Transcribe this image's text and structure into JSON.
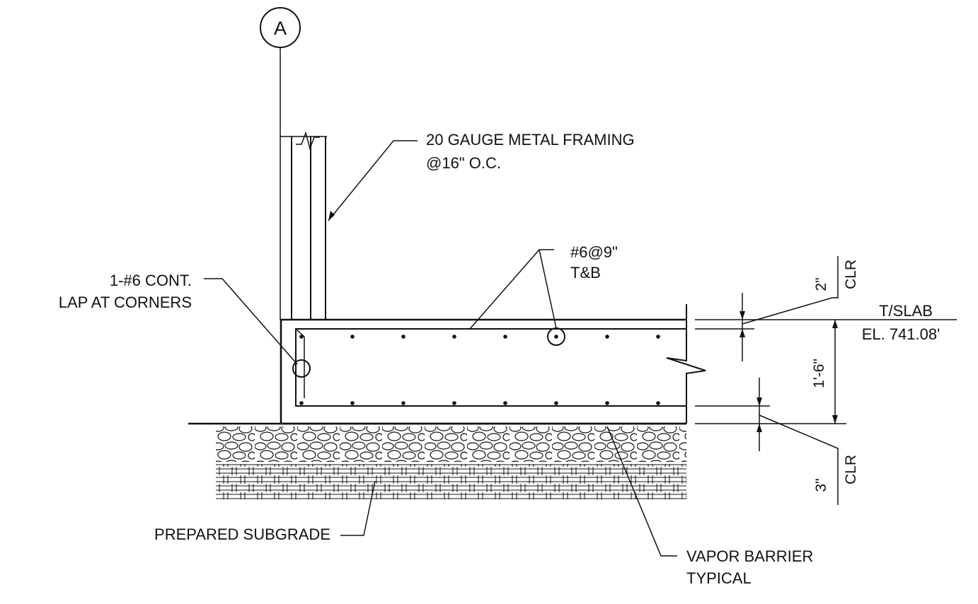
{
  "grid_bubble": {
    "letter": "A"
  },
  "callouts": {
    "framing": {
      "line1": "20 GAUGE METAL FRAMING",
      "line2": "@16\" O.C."
    },
    "rebar_main": {
      "line1": "#6@9\"",
      "line2": "T&B"
    },
    "corner_bar": {
      "line1": "1-#6 CONT.",
      "line2": "LAP AT CORNERS"
    },
    "subgrade": {
      "text": "PREPARED SUBGRADE"
    },
    "vapor_barrier": {
      "line1": "VAPOR BARRIER",
      "line2": "TYPICAL"
    },
    "top_of_slab": {
      "line1": "T/SLAB",
      "line2": "EL. 741.08'"
    }
  },
  "dimensions": {
    "top_cover": {
      "value": "2\"",
      "note": "CLR"
    },
    "slab_thickness": {
      "value": "1'-6\""
    },
    "bottom_cover": {
      "value": "3\"",
      "note": "CLR"
    }
  }
}
